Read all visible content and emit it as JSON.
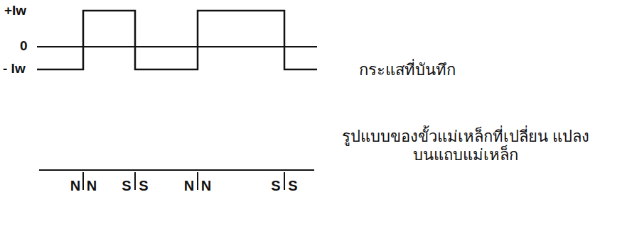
{
  "diagram": {
    "labels": [
      "+Iw",
      "0",
      "- Iw",
      "กระแสที่บันทึก",
      "รูปแบบของขั้วแม่เหล็กที่เปลี่ยน แปลงบนแถบแม่เหล็ก",
      "N",
      "N",
      "S",
      "S",
      "N",
      "N",
      "S",
      "S"
    ]
  }
}
